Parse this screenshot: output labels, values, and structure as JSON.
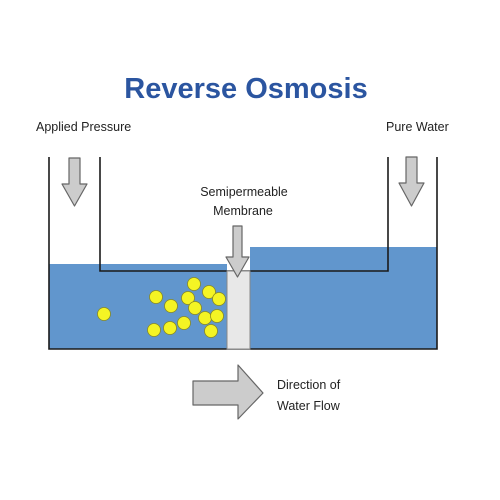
{
  "title": "Reverse Osmosis",
  "labels": {
    "applied_pressure": "Applied Pressure",
    "pure_water": "Pure Water",
    "membrane_line1": "Semipermeable",
    "membrane_line2": "Membrane",
    "flow_line1": "Direction of",
    "flow_line2": "Water Flow"
  },
  "colors": {
    "title": "#2b55a0",
    "water": "#6196cd",
    "membrane": "#e8e8e8",
    "arrow_fill": "#cccccc",
    "arrow_stroke": "#666666",
    "particle_fill": "#f4f424",
    "particle_stroke": "#8a8a20",
    "outline": "#1a1a1a"
  },
  "particles": {
    "count": 14
  }
}
